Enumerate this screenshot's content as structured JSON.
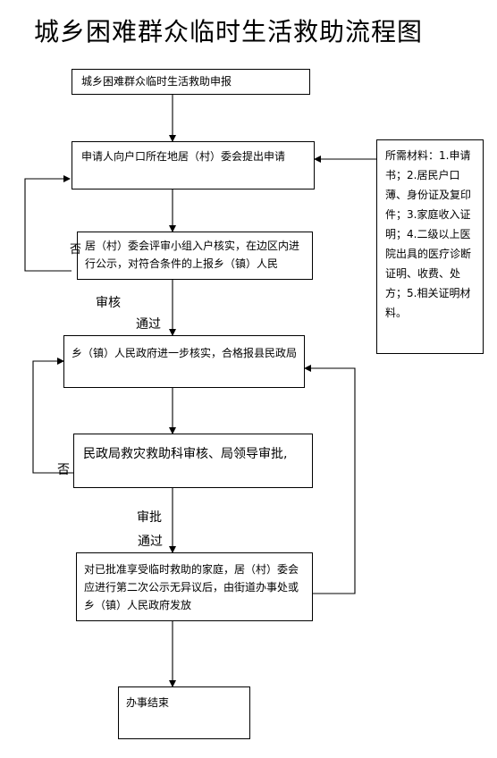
{
  "title": "城乡困难群众临时生活救助流程图",
  "boxes": {
    "apply": "城乡困难群众临时生活救助申报",
    "submit": "申请人向户口所在地居（村）委会提出申请",
    "review": "居（村）委会评审小组入户核实，在边区内进行公示，对符合条件的上报乡（镇）人民",
    "township": "乡（镇）人民政府进一步核实，合格报县民政局",
    "bureau": "民政局救灾救助科审核、局领导审批,",
    "publicity": "对已批准享受临时救助的家庭，居（村）委会应进行第二次公示无异议后，由街道办事处或乡（镇）人民政府发放",
    "end": "办事结束",
    "materials": "所需材料：1.申请书；2.居民户口薄、身份证及复印件；3.家庭收入证明；4.二级以上医院出具的医疗诊断证明、收费、处方；5.相关证明材料。"
  },
  "labels": {
    "no1": "否",
    "shenhe": "审核",
    "tongguo1": "通过",
    "no2": "否",
    "shenpi": "审批",
    "tongguo2": "通过"
  }
}
